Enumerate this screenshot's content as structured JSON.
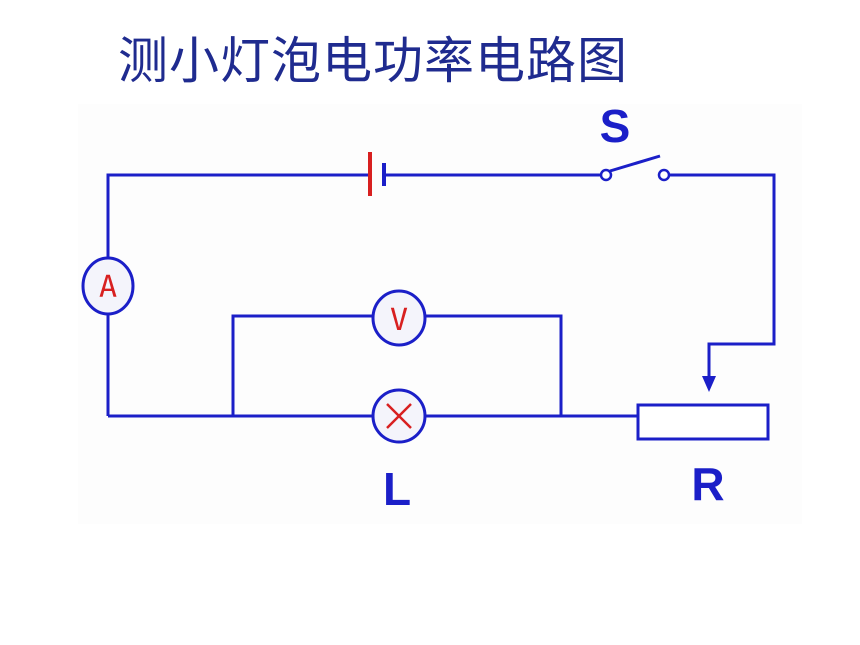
{
  "title": "测小灯泡电功率电路图",
  "labels": {
    "switch": "S",
    "lamp": "L",
    "rheostat": "R",
    "ammeter": "A",
    "voltmeter": "V"
  },
  "colors": {
    "wire": "#1b1fc8",
    "meter_letter": "#d82020",
    "battery_long_plate": "#d82020",
    "title": "#1f2b8f"
  }
}
